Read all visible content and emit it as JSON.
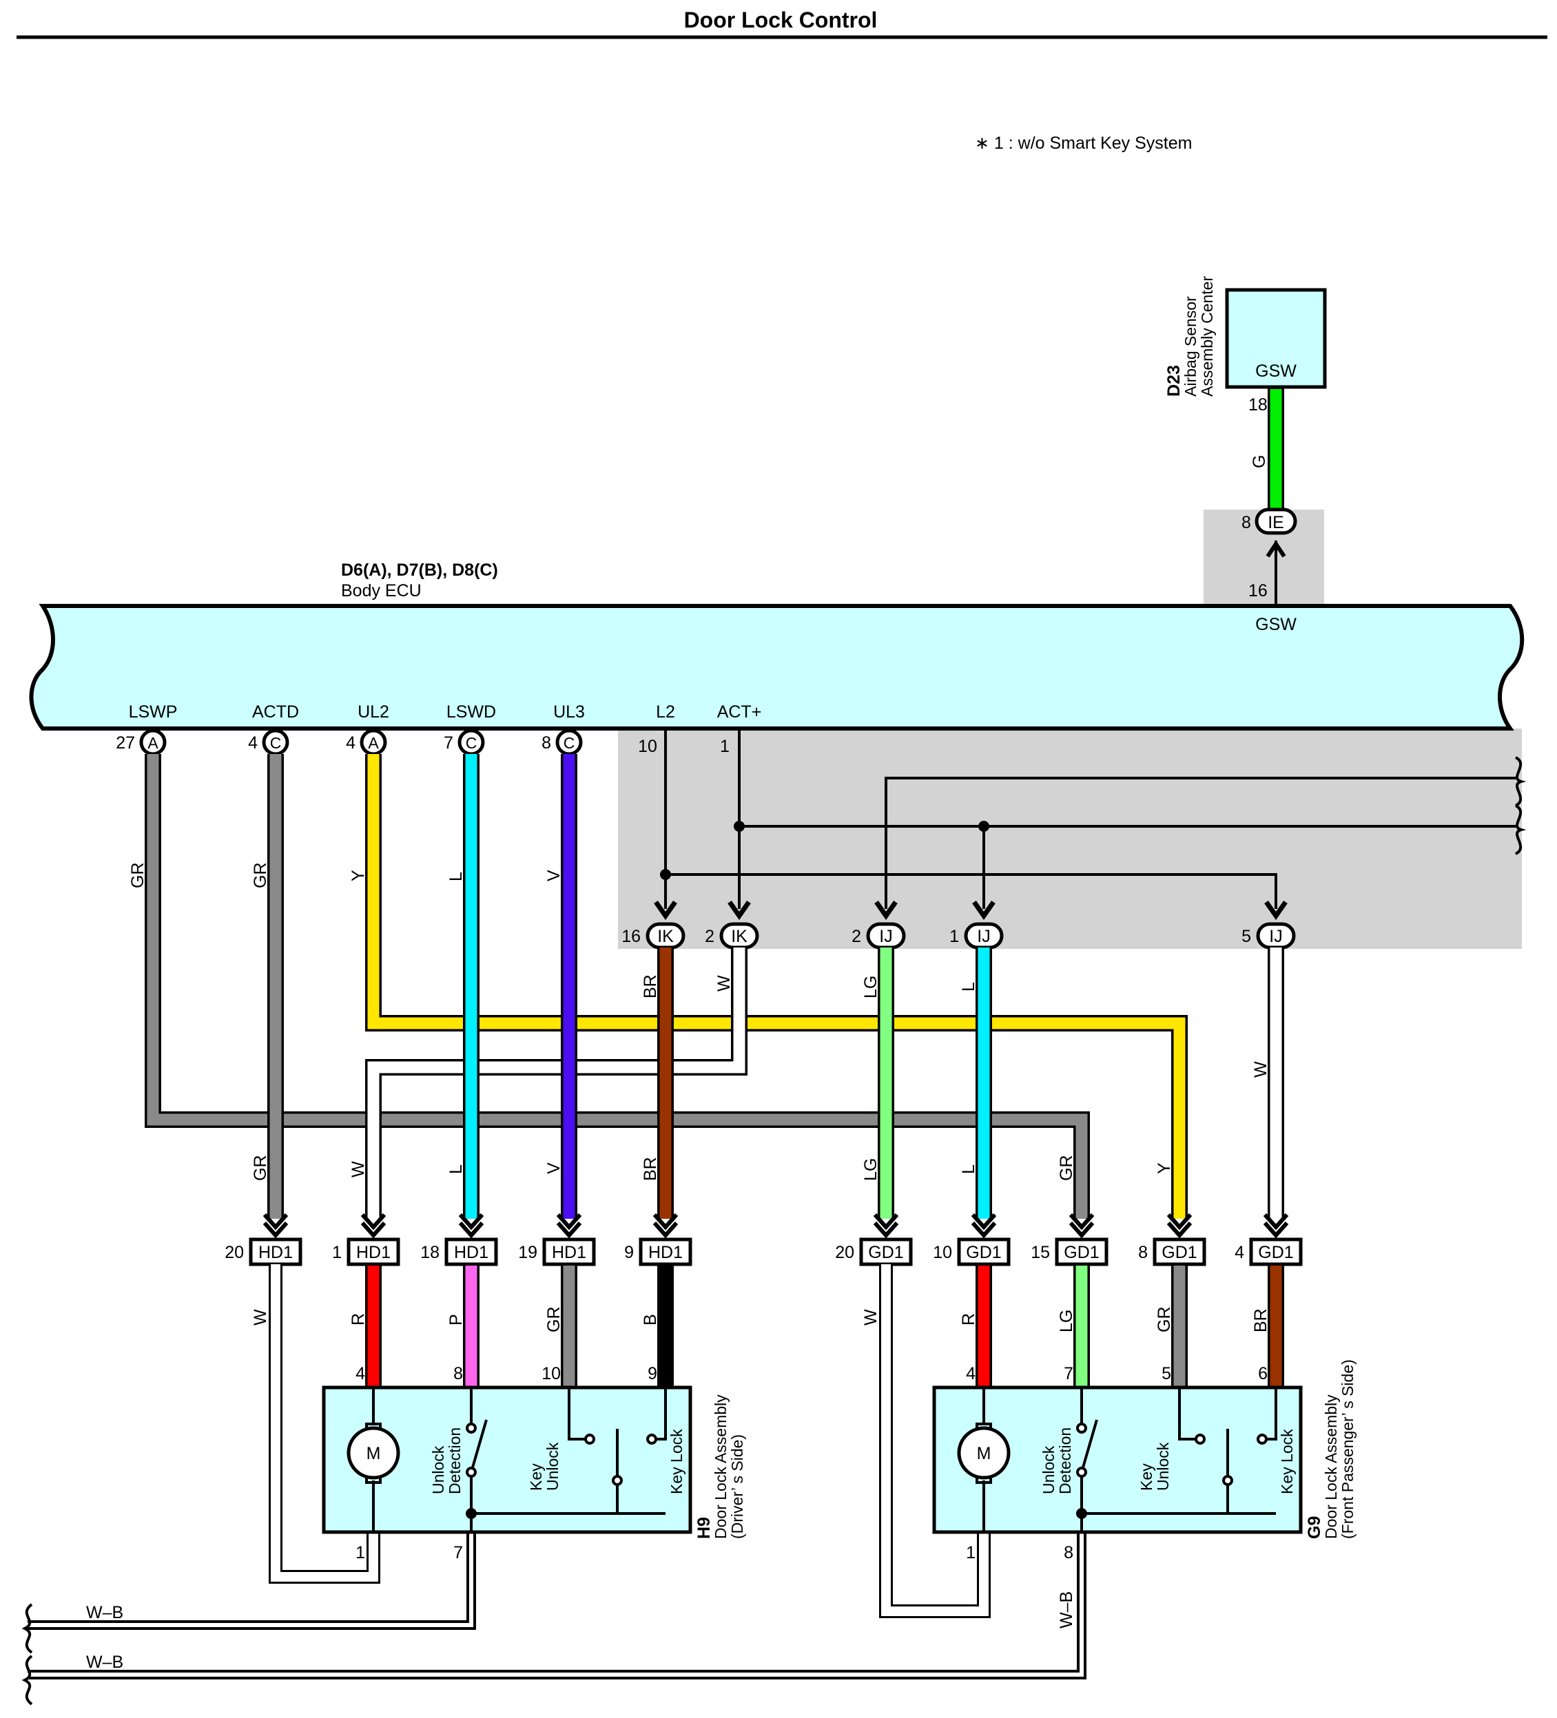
{
  "title": "Door Lock Control",
  "footnote": "∗ 1 : w/o Smart Key System",
  "ecu": {
    "code": "D6(A), D7(B), D8(C)",
    "name": "Body ECU"
  },
  "airbag": {
    "code": "D23",
    "name1": "Airbag Sensor",
    "name2": "Assembly Center",
    "terminal": "GSW",
    "pin": "18",
    "wire": "G"
  },
  "ie_conn": {
    "name": "IE",
    "pin": "8",
    "pin2": "16",
    "term": "GSW"
  },
  "ecu_terminals": [
    {
      "name": "LSWP",
      "pin": "27",
      "conn": "A"
    },
    {
      "name": "ACTD",
      "pin": "4",
      "conn": "C"
    },
    {
      "name": "UL2",
      "pin": "4",
      "conn": "A"
    },
    {
      "name": "LSWD",
      "pin": "7",
      "conn": "C"
    },
    {
      "name": "UL3",
      "pin": "8",
      "conn": "C"
    },
    {
      "name": "L2",
      "pin": "10"
    },
    {
      "name": "ACT+",
      "pin": "1"
    }
  ],
  "jb_connectors": [
    {
      "name": "IK",
      "pin": "16"
    },
    {
      "name": "IK",
      "pin": "2"
    },
    {
      "name": "IJ",
      "pin": "2"
    },
    {
      "name": "IJ",
      "pin": "1"
    },
    {
      "name": "IJ",
      "pin": "5"
    }
  ],
  "wire_colors": {
    "GR": "#8a8a8a",
    "Y": "#ffe600",
    "L": "#00f0ff",
    "V": "#4b0ff0",
    "BR": "#993300",
    "LG": "#80ff80",
    "G": "#00ee00",
    "R": "#ff0000",
    "P": "#ff66ee",
    "B": "#000000",
    "W": "#ffffff"
  },
  "wire_labels": {
    "lswp": "GR",
    "actd": "GR",
    "ul2": "Y",
    "lswd": "L",
    "ul3": "V",
    "ik16": "BR",
    "ik2": "W",
    "ij2": "LG",
    "ij1": "L",
    "ij5": "W",
    "hd1_20": "GR",
    "hd1_1": "W",
    "hd1_18": "L",
    "hd1_19": "V",
    "hd1_9": "BR",
    "gd1_20": "LG",
    "gd1_10": "L",
    "gd1_15": "GR",
    "gd1_8": "Y",
    "gd1_4": "W",
    "h9_4": "R",
    "h9_8": "P",
    "h9_10": "GR",
    "h9_9": "B",
    "h9_w": "W",
    "g9_4": "R",
    "g9_7": "LG",
    "g9_5": "GR",
    "g9_6": "BR",
    "g9_w": "W",
    "ground": "W–B"
  },
  "hd1": [
    {
      "name": "HD1",
      "pin": "20"
    },
    {
      "name": "HD1",
      "pin": "1"
    },
    {
      "name": "HD1",
      "pin": "18"
    },
    {
      "name": "HD1",
      "pin": "19"
    },
    {
      "name": "HD1",
      "pin": "9"
    }
  ],
  "gd1": [
    {
      "name": "GD1",
      "pin": "20"
    },
    {
      "name": "GD1",
      "pin": "10"
    },
    {
      "name": "GD1",
      "pin": "15"
    },
    {
      "name": "GD1",
      "pin": "8"
    },
    {
      "name": "GD1",
      "pin": "4"
    }
  ],
  "h9": {
    "code": "H9",
    "name1": "Door Lock Assembly",
    "name2": "(Driver’ s Side)",
    "pins_top": [
      "4",
      "8",
      "10",
      "9"
    ],
    "pins_bottom": [
      "1",
      "7"
    ],
    "motor": "M",
    "unlock1": "Unlock",
    "unlock2": "Detection",
    "key1": "Key",
    "key2": "Unlock",
    "keylock": "Key Lock"
  },
  "g9": {
    "code": "G9",
    "name1": "Door Lock Assembly",
    "name2": "(Front Passenger’ s Side)",
    "pins_top": [
      "4",
      "7",
      "5",
      "6"
    ],
    "pins_bottom": [
      "1",
      "8"
    ],
    "motor": "M",
    "unlock1": "Unlock",
    "unlock2": "Detection",
    "key1": "Key",
    "key2": "Unlock",
    "keylock": "Key Lock"
  },
  "ground_label_1": "W–B",
  "ground_label_2": "W–B"
}
